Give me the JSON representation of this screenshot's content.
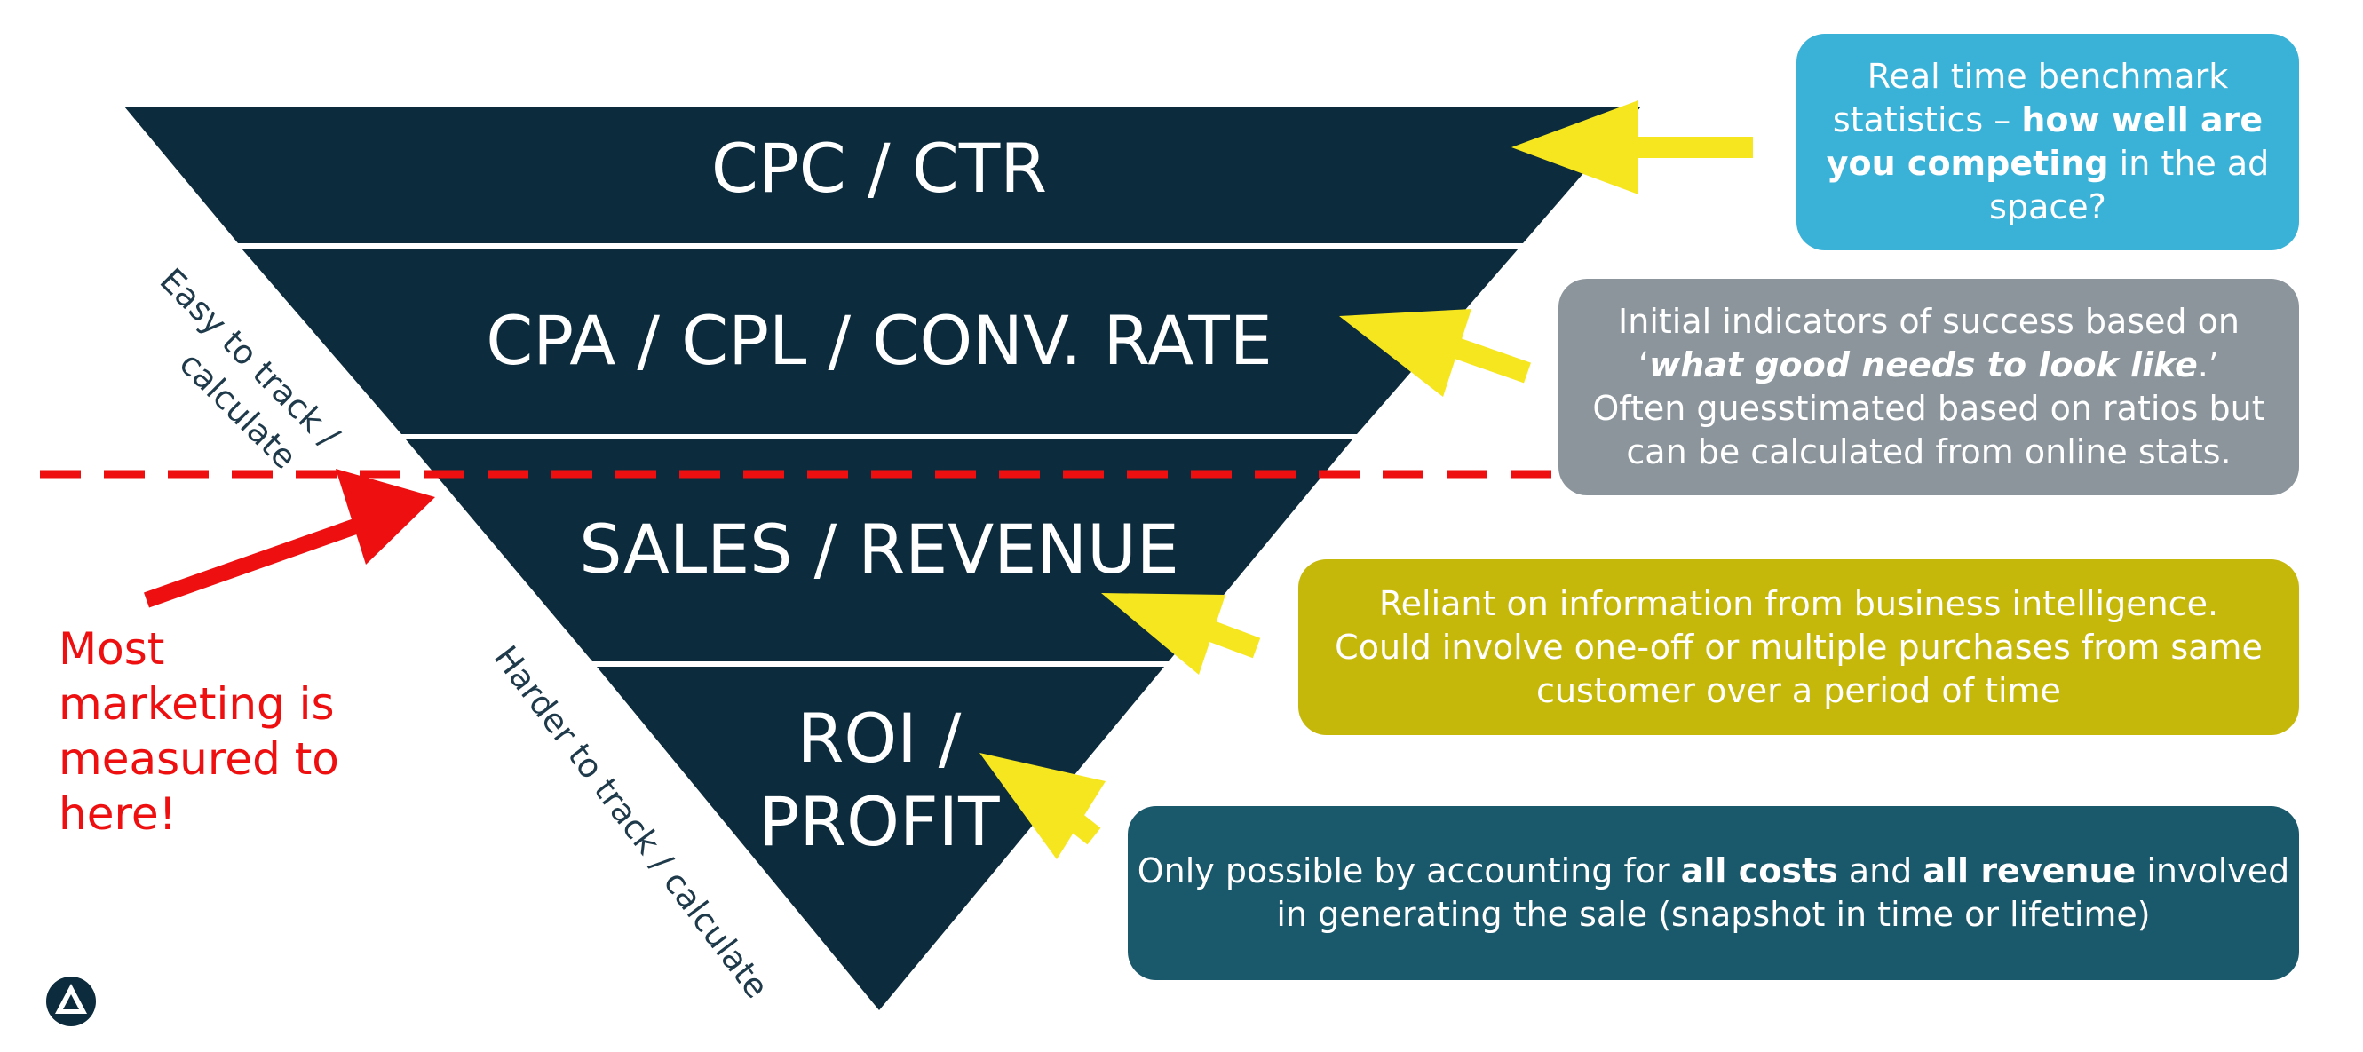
{
  "colors": {
    "funnel": "#0c2b3c",
    "arrow_yellow": "#f6e620",
    "arrow_red": "#ee1010",
    "divider_red": "#ee1010",
    "box_blue": "#3ab2d8",
    "box_grey": "#8b959b",
    "box_olive": "#c6b80a",
    "box_teal": "#1a586b",
    "side_text": "#1f3a4a",
    "logo": "#0c2b3c"
  },
  "funnel": {
    "levels": [
      {
        "lines": [
          "CPC / CTR"
        ]
      },
      {
        "lines": [
          "CPA / CPL / CONV. RATE"
        ]
      },
      {
        "lines": [
          "SALES / REVENUE"
        ]
      },
      {
        "lines": [
          "ROI /",
          "PROFIT"
        ]
      }
    ]
  },
  "side_labels": {
    "easy": [
      "Easy to track /",
      "calculate"
    ],
    "harder": "Harder to track / calculate"
  },
  "note_lines": [
    "Most",
    "marketing is",
    "measured to",
    "here!"
  ],
  "boxes": [
    {
      "lines": [
        [
          {
            "t": "Real time benchmark"
          }
        ],
        [
          {
            "t": "statistics – "
          },
          {
            "t": "how well are",
            "b": true
          }
        ],
        [
          {
            "t": "you competing",
            "b": true
          },
          {
            "t": " in the ad"
          }
        ],
        [
          {
            "t": "space?"
          }
        ]
      ]
    },
    {
      "lines": [
        [
          {
            "t": "Initial indicators of success based on"
          }
        ],
        [
          {
            "t": "‘"
          },
          {
            "t": "what good needs to look like",
            "b": true,
            "i": true
          },
          {
            "t": ".’"
          }
        ],
        [
          {
            "t": "Often guesstimated based on ratios but"
          }
        ],
        [
          {
            "t": "can be calculated from online stats."
          }
        ]
      ]
    },
    {
      "lines": [
        [
          {
            "t": "Reliant on information from business intelligence."
          }
        ],
        [
          {
            "t": "Could involve one-off or multiple purchases from same"
          }
        ],
        [
          {
            "t": "customer over a period of time"
          }
        ]
      ]
    },
    {
      "lines": [
        [
          {
            "t": "Only possible by accounting for "
          },
          {
            "t": "all costs",
            "b": true
          },
          {
            "t": " and "
          },
          {
            "t": "all revenue",
            "b": true
          },
          {
            "t": " involved"
          }
        ],
        [
          {
            "t": "in generating the sale (snapshot in time or lifetime)"
          }
        ]
      ]
    }
  ],
  "logo_icon": "triangle-logo-icon"
}
